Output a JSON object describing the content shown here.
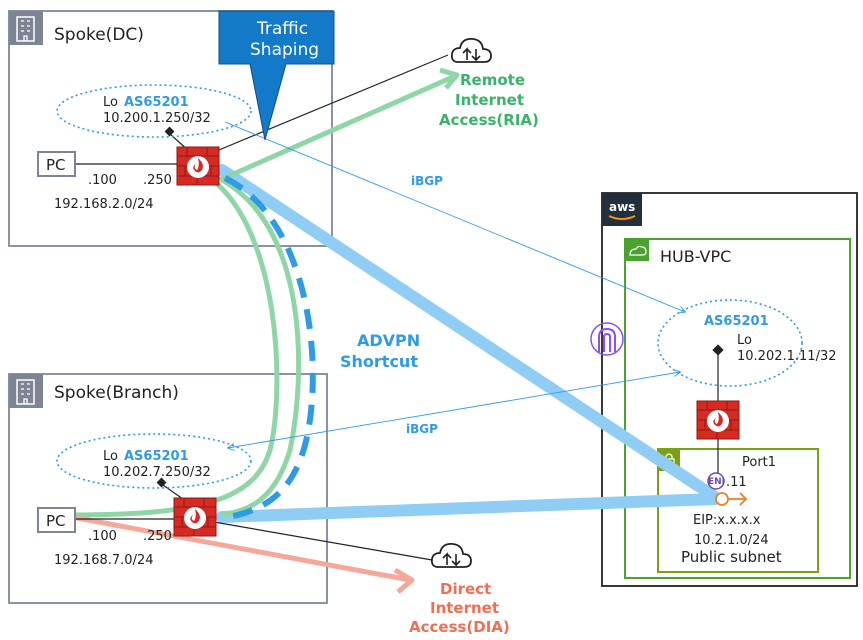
{
  "spoke_dc": {
    "title": "Spoke(DC)",
    "lo_label": "Lo",
    "as": "AS65201",
    "lo_ip": "10.200.1.250/32",
    "pc_label": "PC",
    "pc_ip": ".100",
    "fw_ip": ".250",
    "subnet": "192.168.2.0/24"
  },
  "spoke_branch": {
    "title": "Spoke(Branch)",
    "lo_label": "Lo",
    "as": "AS65201",
    "lo_ip": "10.202.7.250/32",
    "pc_label": "PC",
    "pc_ip": ".100",
    "fw_ip": ".250",
    "subnet": "192.168.7.0/24"
  },
  "traffic_shaping": {
    "line1": "Traffic",
    "line2": "Shaping"
  },
  "ria": {
    "line1": "Remote",
    "line2": "Internet",
    "line3": "Access(RIA)"
  },
  "dia": {
    "line1": "Direct",
    "line2": "Internet",
    "line3": "Access(DIA)"
  },
  "advpn": {
    "line1": "ADVPN",
    "line2": "Shortcut"
  },
  "ibgp_labels": [
    "iBGP",
    "iBGP"
  ],
  "aws": {
    "logo": "aws",
    "vpc_title": "HUB-VPC",
    "as": "AS65201",
    "lo_label": "Lo",
    "lo_ip": "10.202.1.11/32",
    "port": "Port1",
    "port_ip": ".11",
    "eni_label": "ENI",
    "eip": "EIP:x.x.x.x",
    "subnet_cidr": "10.2.1.0/24",
    "subnet_name": "Public subnet"
  },
  "colors": {
    "blue": "#2f9be6",
    "light_blue": "#8fcdf5",
    "green": "#8fd6a6",
    "salmon": "#f5a89a",
    "fw_red": "#d62a23",
    "vpc_green": "#4aa32f",
    "subnet_green": "#7aa116"
  },
  "icons": {
    "cloud": "cloud-upload-download-icon",
    "firewall": "firewall-icon",
    "building": "building-icon",
    "router": "transit-router-icon"
  }
}
